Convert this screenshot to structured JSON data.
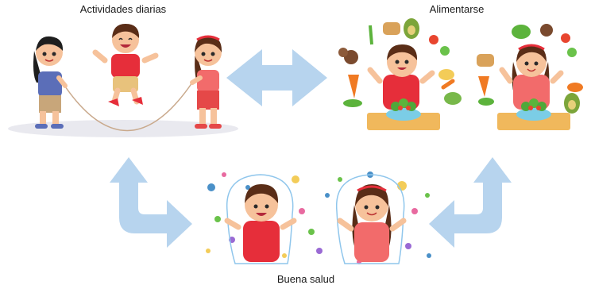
{
  "labels": {
    "activities": "Actividades diarias",
    "food": "Alimentarse",
    "health": "Buena salud"
  },
  "colors": {
    "arrow": "#b7d4ee",
    "skin": "#f6c29b",
    "hair": "#5a2d17",
    "boy_shirt": "#e62e3a",
    "girl_shirt": "#f26b6b",
    "table": "#f0b85c",
    "ground": "#e9e9ef"
  }
}
